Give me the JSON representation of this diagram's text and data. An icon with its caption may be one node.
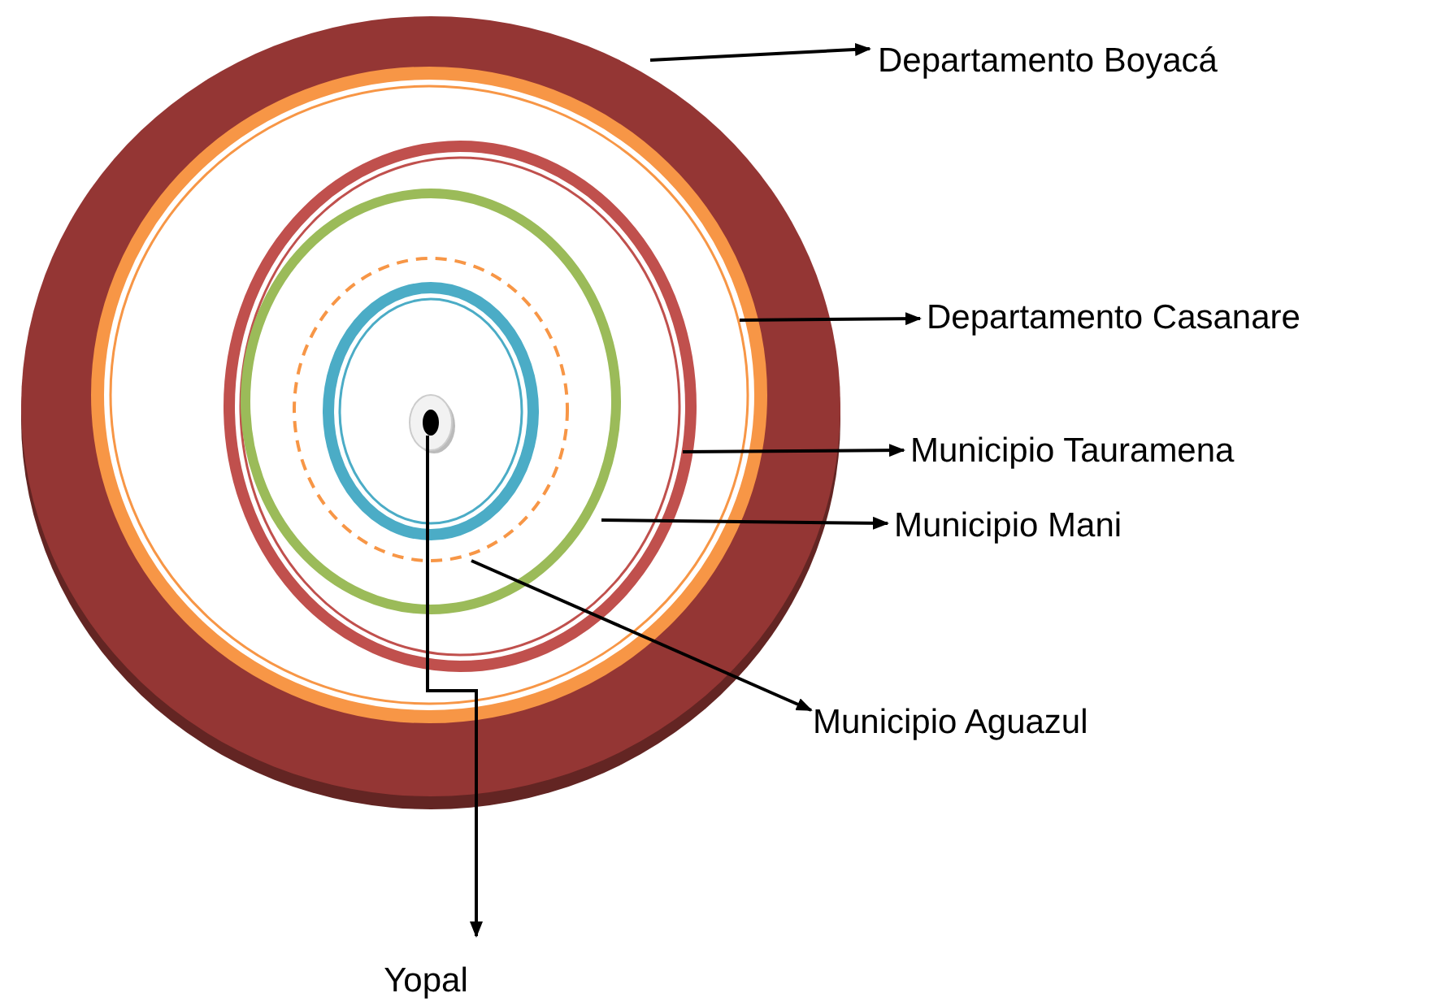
{
  "diagram": {
    "nodes": [
      {
        "text": [
          "Departamento Boyacá"
        ]
      },
      {
        "text": [
          "Departamento Casanare"
        ]
      },
      {
        "text": [
          "Municipio Tauramena"
        ]
      },
      {
        "text": [
          "Municipio Mani"
        ]
      },
      {
        "text": [
          "Municipio Aguazul"
        ]
      },
      {
        "text": [
          "Yopal"
        ]
      },
      {
        "text": [],
        "shape": "circle"
      },
      {
        "text": [],
        "shape": "circle",
        "in": 6
      },
      {
        "text": [],
        "shape": "circle",
        "in": 7
      },
      {
        "text": [],
        "shape": "circle",
        "in": 8
      },
      {
        "text": [],
        "shape": "circle",
        "in": 9
      },
      {
        "text": [],
        "shape": "circle",
        "in": 10
      },
      {
        "text": [],
        "shape": "circle",
        "in": 11
      }
    ],
    "edges": [
      {
        "from": 6,
        "to": 0,
        "arrow": "to"
      },
      {
        "from": 7,
        "to": 1,
        "arrow": "to"
      },
      {
        "from": 8,
        "to": 2,
        "arrow": "to"
      },
      {
        "from": 9,
        "to": 3,
        "arrow": "to"
      },
      {
        "from": 10,
        "to": 4,
        "arrow": "to"
      },
      {
        "from": 12,
        "to": 5,
        "arrow": "to"
      }
    ]
  }
}
